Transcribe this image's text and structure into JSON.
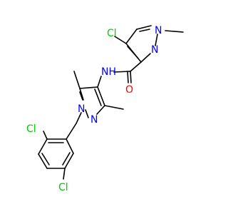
{
  "molecule": {
    "atom_colors": {
      "carbon": "#000000",
      "nitrogen": "#0000ff",
      "oxygen": "#ff0000",
      "chlorine": "#00cc00"
    },
    "labels": {
      "cl_pyrazole": "Cl",
      "n_methyl": "N",
      "n_ring_a": "N",
      "oxygen": "O",
      "amide_nh": "NH",
      "n_benzyl": "N",
      "n_ring_b": "N",
      "cl_ortho": "Cl",
      "cl_para": "Cl"
    }
  }
}
